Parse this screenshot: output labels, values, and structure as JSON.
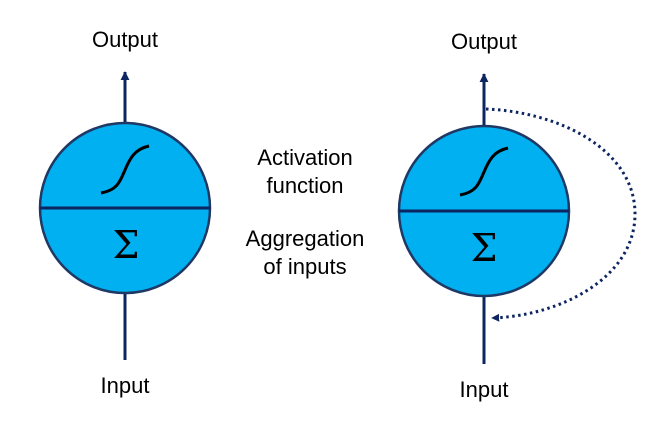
{
  "colors": {
    "neuron_fill": "#00B0F0",
    "neuron_stroke": "#1F3864",
    "arrow": "#0D2560",
    "text": "#000000"
  },
  "left_neuron": {
    "output_label": "Output",
    "input_label": "Input",
    "sum_symbol": "Σ"
  },
  "right_neuron": {
    "output_label": "Output",
    "input_label": "Input",
    "sum_symbol": "Σ",
    "recurrent_connection_style": "dotted"
  },
  "middle_labels": {
    "activation_line1": "Activation",
    "activation_line2": "function",
    "aggregation_line1": "Aggregation",
    "aggregation_line2": "of inputs"
  }
}
